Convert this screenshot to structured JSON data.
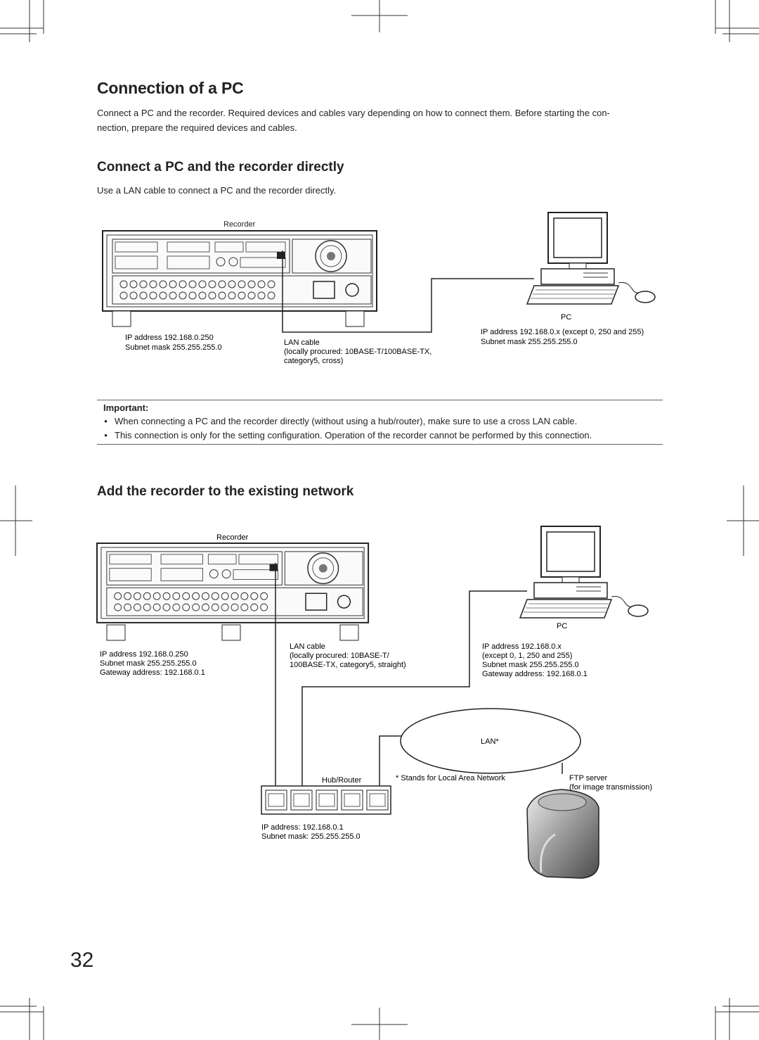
{
  "page": {
    "title": "Connection of a PC",
    "intro": [
      "Connect a PC and the recorder. Required devices and cables vary depending on how to connect them. Before starting the con-",
      "nection, prepare the required devices and cables."
    ],
    "page_number": "32"
  },
  "section1": {
    "heading": "Connect a PC and the recorder directly",
    "description": "Use a LAN cable to connect a PC and the recorder directly.",
    "recorder_label": "Recorder",
    "recorder_ip": "IP address 192.168.0.250",
    "recorder_mask": "Subnet mask 255.255.255.0",
    "cable_label": "LAN cable",
    "cable_detail_1": "(locally procured: 10BASE-T/100BASE-TX,",
    "cable_detail_2": "category5, cross)",
    "pc_label": "PC",
    "pc_ip": "IP address 192.168.0.x (except 0, 250 and 255)",
    "pc_mask": "Subnet mask 255.255.255.0"
  },
  "important": {
    "title": "Important:",
    "items": [
      "When connecting a PC and the recorder directly (without using a hub/router), make sure to use a cross LAN cable.",
      "This connection is only for the setting configuration. Operation of the recorder cannot be performed by this connection."
    ]
  },
  "section2": {
    "heading": "Add the recorder to the existing network",
    "recorder_label": "Recorder",
    "recorder_ip": "IP address 192.168.0.250",
    "recorder_mask": "Subnet mask 255.255.255.0",
    "recorder_gateway": "Gateway address: 192.168.0.1",
    "cable_label": "LAN cable",
    "cable_detail_1": "(locally procured: 10BASE-T/",
    "cable_detail_2": "100BASE-TX, category5, straight)",
    "pc_label": "PC",
    "pc_ip": "IP address 192.168.0.x",
    "pc_except": "(except 0, 1, 250 and 255)",
    "pc_mask": "Subnet mask 255.255.255.0",
    "pc_gateway": "Gateway address: 192.168.0.1",
    "lan_label": "LAN*",
    "lan_note": "* Stands for Local Area Network",
    "hub_label": "Hub/Router",
    "hub_ip": "IP address: 192.168.0.1",
    "hub_mask": "Subnet mask: 255.255.255.0",
    "ftp_label": "FTP server",
    "ftp_detail": "(for image transmission)"
  }
}
